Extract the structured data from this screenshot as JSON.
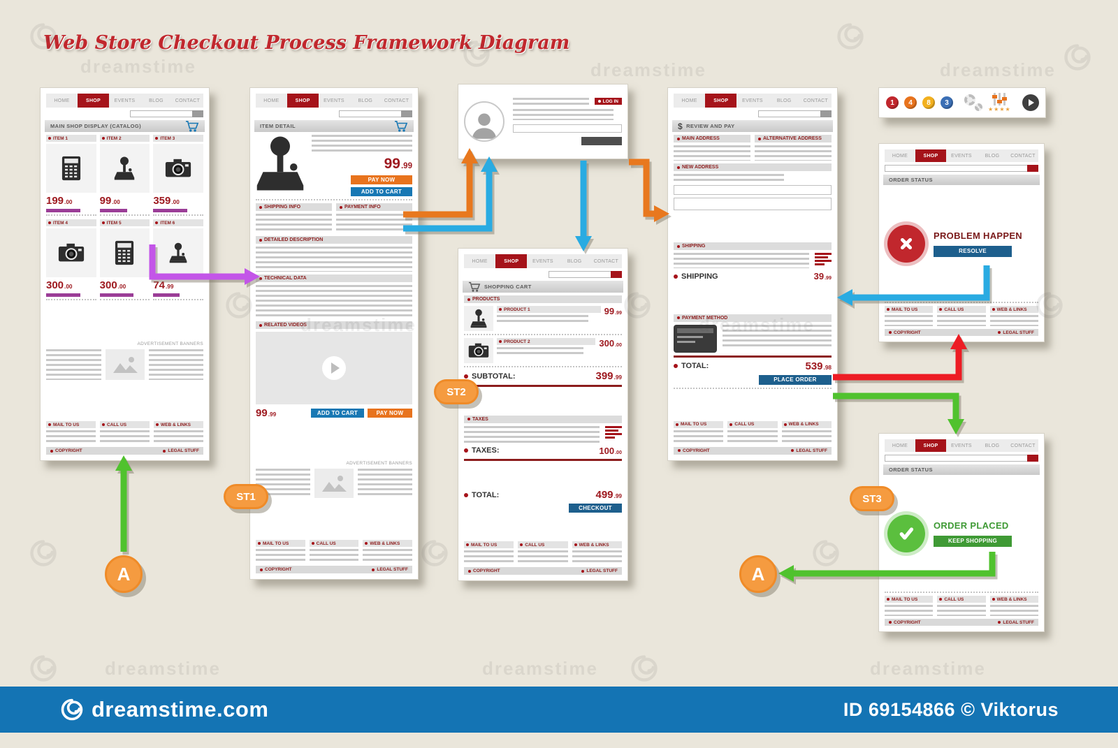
{
  "title": "Web Store Checkout Process Framework Diagram",
  "colors": {
    "accent_red": "#a5131a",
    "price_red": "#9e1a20",
    "button_orange": "#e8731d",
    "button_blue": "#1878b4",
    "button_navy": "#1d5f8d",
    "button_green": "#3f9a35",
    "arrow_purple": "#c355e8",
    "arrow_orange": "#e8781e",
    "arrow_cyan": "#29abe2",
    "arrow_red": "#ed1c24",
    "arrow_green": "#50c22e",
    "badge_orange": "#f59b40",
    "bottombar_blue": "#1474b4",
    "background": "#eae6db"
  },
  "nav": {
    "items": [
      "HOME",
      "SHOP",
      "EVENTS",
      "BLOG",
      "CONTACT"
    ]
  },
  "footer": {
    "links": [
      "MAIL TO US",
      "CALL US",
      "WEB & LINKS"
    ],
    "copyright": "COPYRIGHT",
    "legal": "LEGAL STUFF"
  },
  "ads_label": "ADVERTISEMENT BANNERS",
  "catalog": {
    "ribbon": "MAIN SHOP DISPLAY (CATALOG)",
    "items": [
      {
        "label": "ITEM 1",
        "icon": "calculator",
        "price": "199",
        "cents": ".00"
      },
      {
        "label": "ITEM 2",
        "icon": "joystick",
        "price": "99",
        "cents": ".00"
      },
      {
        "label": "ITEM 3",
        "icon": "camera",
        "price": "359",
        "cents": ".00"
      },
      {
        "label": "ITEM 4",
        "icon": "camera",
        "price": "300",
        "cents": ".00"
      },
      {
        "label": "ITEM 5",
        "icon": "calculator",
        "price": "300",
        "cents": ".00"
      },
      {
        "label": "ITEM 6",
        "icon": "joystick",
        "price": "74",
        "cents": ".99"
      }
    ]
  },
  "item_detail": {
    "ribbon": "ITEM DETAIL",
    "price": "99",
    "price_cents": ".99",
    "pay_now": "PAY NOW",
    "add_to_cart": "ADD TO CART",
    "sections": {
      "shipping": "SHIPPING INFO",
      "payment": "PAYMENT INFO",
      "description": "DETAILED DESCRIPTION",
      "technical": "TECHNICAL DATA",
      "videos": "RELATED VIDEOS"
    },
    "bottom_price": "99",
    "bottom_cents": ".99"
  },
  "login": {
    "label": "LOG IN"
  },
  "cart": {
    "ribbon": "SHOPPING CART",
    "products_header": "PRODUCTS",
    "products": [
      {
        "name": "PRODUCT 1",
        "icon": "joystick",
        "price": "99",
        "cents": ".99"
      },
      {
        "name": "PRODUCT 2",
        "icon": "camera",
        "price": "300",
        "cents": ".00"
      }
    ],
    "subtotal_label": "SUBTOTAL:",
    "subtotal": "399",
    "subtotal_cents": ".99",
    "taxes_header": "TAXES",
    "taxes_label": "TAXES:",
    "taxes": "100",
    "taxes_cents": ".00",
    "total_label": "TOTAL:",
    "total": "499",
    "total_cents": ".99",
    "checkout": "CHECKOUT"
  },
  "review": {
    "ribbon": "REVIEW AND PAY",
    "currency": "$",
    "sections": {
      "main_address": "MAIN ADDRESS",
      "alt_address": "ALTERNATIVE ADDRESS",
      "new_address": "NEW ADDRESS",
      "shipping": "SHIPPING",
      "payment_method": "PAYMENT METHOD"
    },
    "shipping_label": "SHIPPING",
    "shipping_price": "39",
    "shipping_cents": ".99",
    "total_label": "TOTAL:",
    "total": "539",
    "total_cents": ".98",
    "place_order": "PLACE ORDER"
  },
  "problem": {
    "ribbon": "ORDER STATUS",
    "message": "PROBLEM HAPPEN",
    "button": "RESOLVE"
  },
  "placed": {
    "ribbon": "ORDER STATUS",
    "message": "ORDER PLACED",
    "button": "KEEP SHOPPING"
  },
  "icon_strip": {
    "coins": [
      "1",
      "4",
      "8",
      "3"
    ],
    "stars": "★★★★"
  },
  "badges": {
    "st1": "ST1",
    "st2": "ST2",
    "st3": "ST3",
    "a": "A"
  },
  "watermark": {
    "brand": "dreamstime",
    "site": "dreamstime.com",
    "id": "ID 69154866",
    "author": "© Viktorus"
  }
}
